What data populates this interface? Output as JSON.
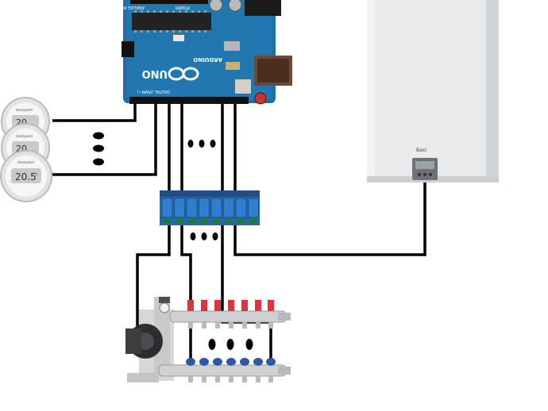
{
  "arduino": {
    "board_name": "UNO",
    "brand": "ARDUINO",
    "power_label": "POWER",
    "analog_label": "ANALOG IN",
    "digital_label": "DIGITAL (PWM~)",
    "color": "#1d6fa5"
  },
  "thermostats": [
    {
      "brand": "Honeywell",
      "reading": "20.",
      "unit": "°c"
    },
    {
      "brand": "Honeywell",
      "reading": "20.",
      "unit": "°c"
    },
    {
      "brand": "Honeywell",
      "reading": "20.5",
      "unit": "°c"
    }
  ],
  "boiler": {
    "brand": "Baxi"
  },
  "relay_module": {
    "channels": 8,
    "color": "#2f7fd0"
  },
  "manifold": {
    "supply_valve_color": "#d9363e",
    "return_valve_color": "#2c58a6"
  },
  "wire_color": "#000000",
  "continuation_marks": [
    "more thermostats",
    "more relay inputs",
    "more relay outputs",
    "more valve actuators"
  ]
}
